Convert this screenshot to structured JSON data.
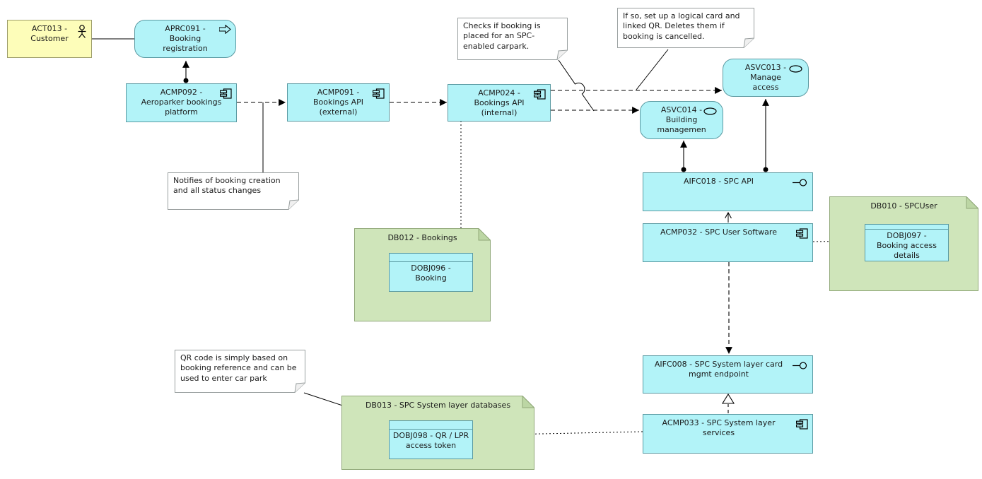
{
  "nodes": {
    "act013": "ACT013 - Customer",
    "aprc091": "APRC091 - Booking registration",
    "acmp092": "ACMP092 - Aeroparker bookings platform",
    "acmp091": "ACMP091 - Bookings API (external)",
    "acmp024": "ACMP024 - Bookings API (internal)",
    "asvc013": "ASVC013 - Manage access",
    "asvc014": "ASVC014 - Building managemen",
    "aifc018": "AIFC018 - SPC API",
    "acmp032": "ACMP032 - SPC User Software",
    "aifc008": "AIFC008 - SPC System layer card mgmt endpoint",
    "acmp033": "ACMP033 - SPC System layer services",
    "db010": "DB010 - SPCUser",
    "dobj097": "DOBJ097 - Booking access details",
    "db012": "DB012 - Bookings",
    "dobj096": "DOBJ096 - Booking",
    "db013": "DB013 - SPC System layer databases",
    "dobj098": "DOBJ098 - QR / LPR access token"
  },
  "notes": {
    "checks": "Checks if booking is placed for an SPC-enabled carpark.",
    "ifso": "If so, set up a logical card and linked QR. Deletes them if booking is cancelled.",
    "notifies": "Notifies of booking creation and all status changes",
    "qr": "QR code is simply based on booking reference and can be used to enter car park"
  },
  "icons": {
    "actor": "stick-figure",
    "process": "open-right-arrow",
    "component": "uml-component",
    "service": "oval",
    "interface": "lollipop"
  },
  "colors": {
    "application_fill": "#b2f3f8",
    "application_border": "#5b9aa2",
    "actor_fill": "#fdfdb9",
    "actor_border": "#9d9d6b",
    "db_note_fill": "#cfe5ba",
    "db_note_border": "#90a878",
    "db_note_fold": "#bcd6a4",
    "note_fill": "#ffffff",
    "note_border": "#9aa0a0",
    "line": "#000000"
  }
}
